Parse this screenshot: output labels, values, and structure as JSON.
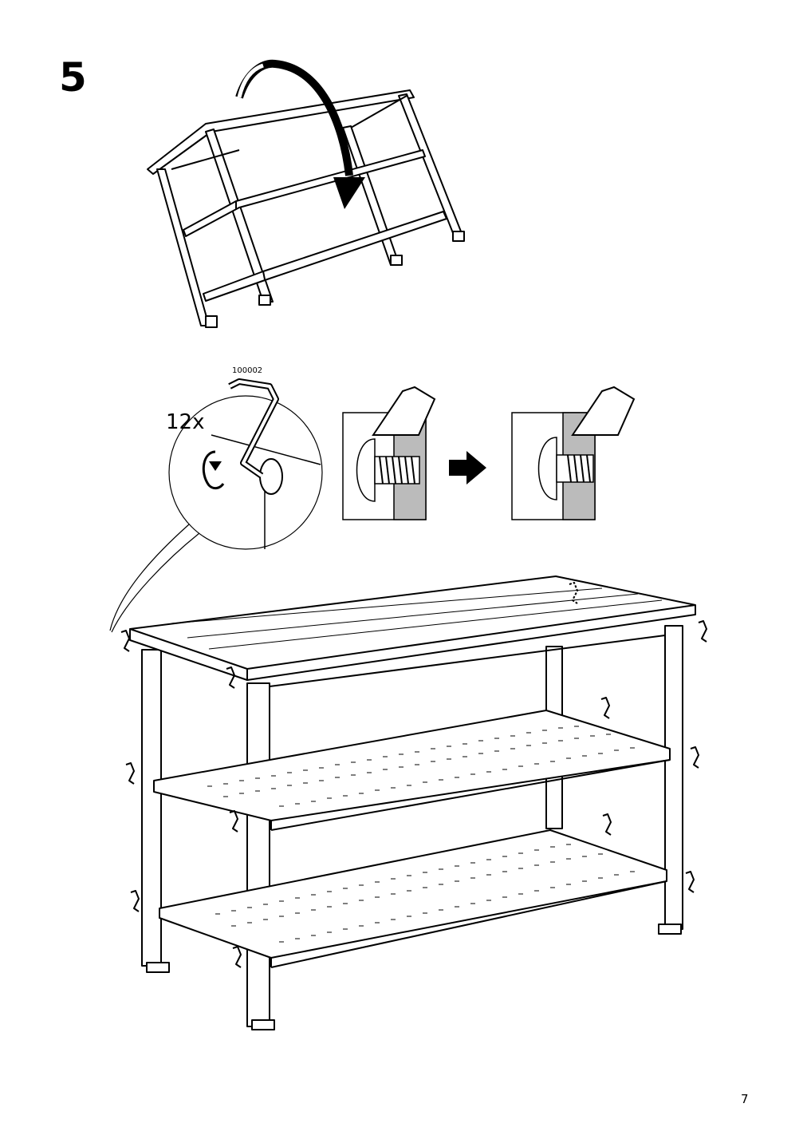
{
  "step": {
    "number": "5"
  },
  "detail": {
    "part_number": "100002",
    "quantity": "12x"
  },
  "page": {
    "number": "7"
  }
}
